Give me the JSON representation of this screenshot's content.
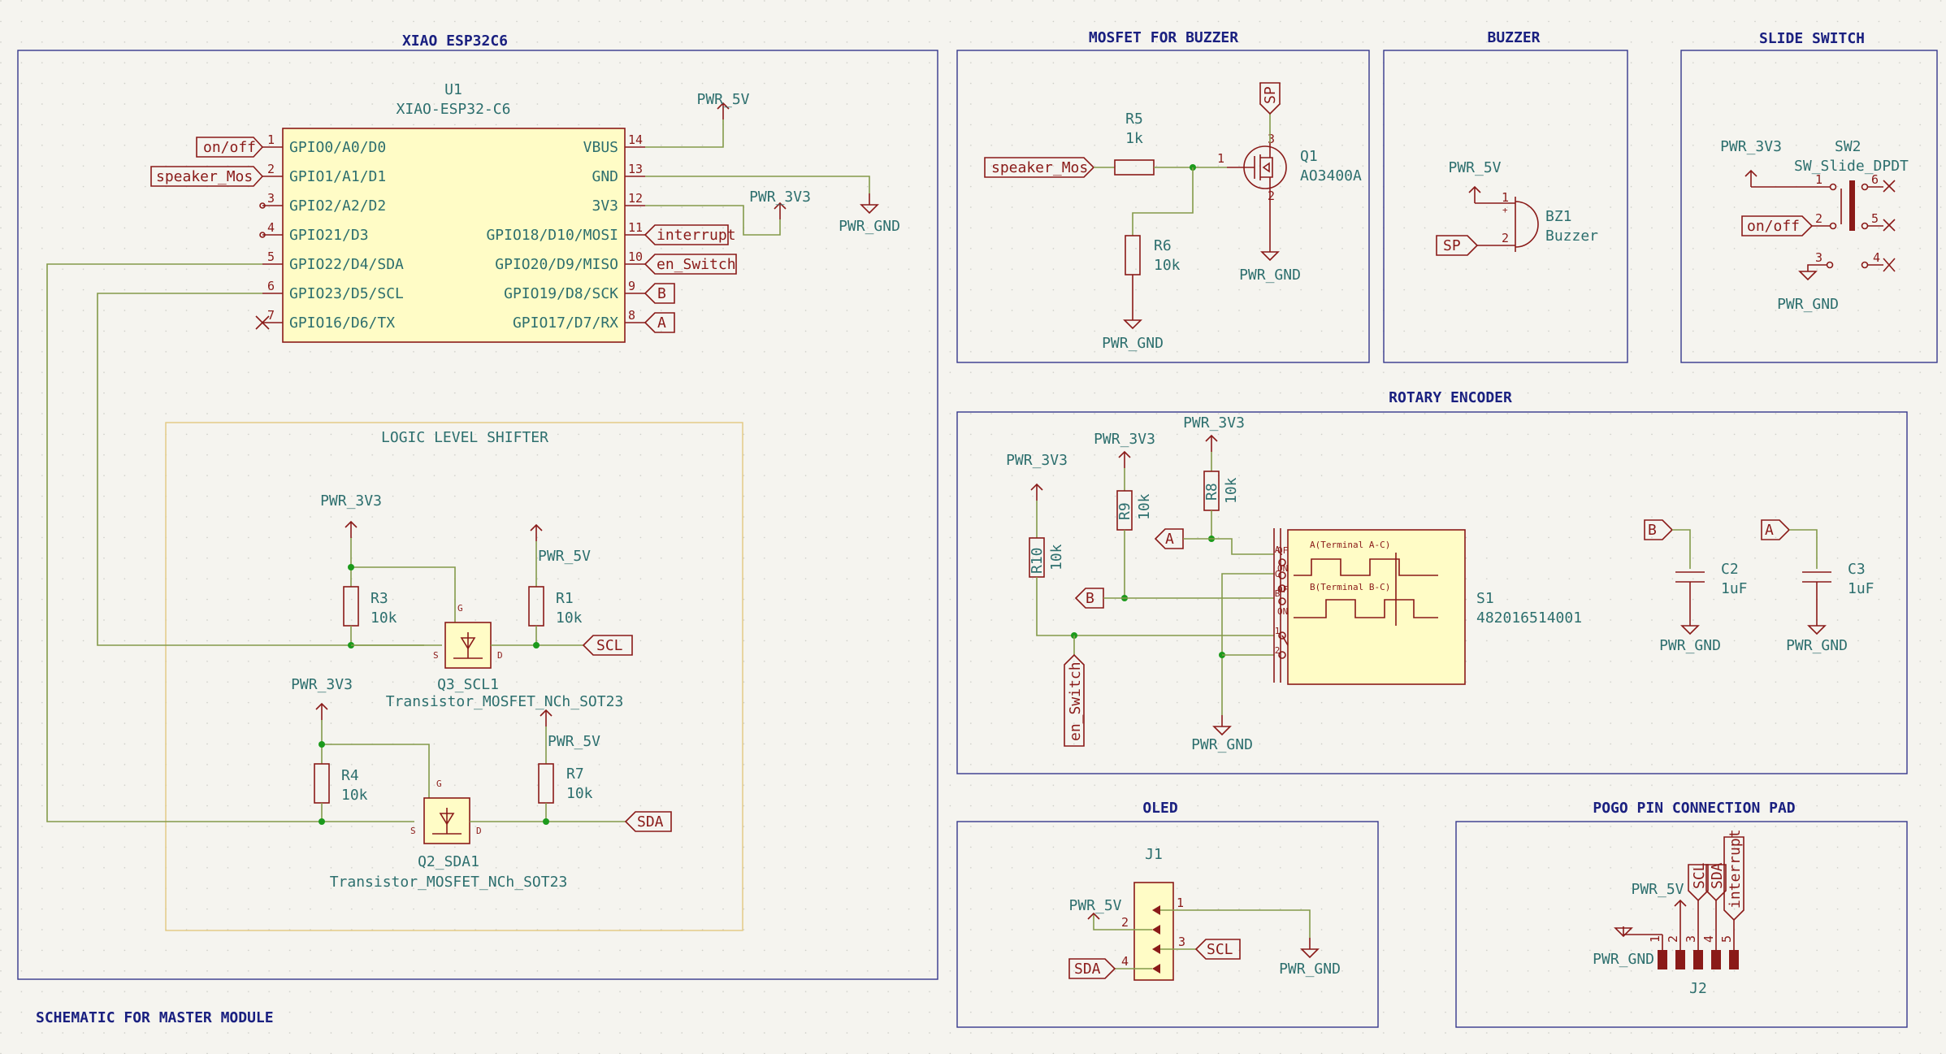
{
  "sections": {
    "xiao": "XIAO ESP32C6",
    "mosfet": "MOSFET FOR BUZZER",
    "buzzer": "BUZZER",
    "slide": "SLIDE SWITCH",
    "encoder": "ROTARY ENCODER",
    "shifter": "LOGIC LEVEL SHIFTER",
    "oled": "OLED",
    "pogo": "POGO PIN CONNECTION PAD"
  },
  "footer": "SCHEMATIC FOR MASTER MODULE",
  "u1": {
    "ref": "U1",
    "value": "XIAO-ESP32-C6",
    "left_pins": [
      {
        "num": "1",
        "name": "GPIO0/A0/D0"
      },
      {
        "num": "2",
        "name": "GPIO1/A1/D1"
      },
      {
        "num": "3",
        "name": "GPIO2/A2/D2"
      },
      {
        "num": "4",
        "name": "GPIO21/D3"
      },
      {
        "num": "5",
        "name": "GPIO22/D4/SDA"
      },
      {
        "num": "6",
        "name": "GPIO23/D5/SCL"
      },
      {
        "num": "7",
        "name": "GPIO16/D6/TX"
      }
    ],
    "right_pins": [
      {
        "num": "14",
        "name": "VBUS"
      },
      {
        "num": "13",
        "name": "GND"
      },
      {
        "num": "12",
        "name": "3V3"
      },
      {
        "num": "11",
        "name": "GPIO18/D10/MOSI"
      },
      {
        "num": "10",
        "name": "GPIO20/D9/MISO"
      },
      {
        "num": "9",
        "name": "GPIO19/D8/SCK"
      },
      {
        "num": "8",
        "name": "GPIO17/D7/RX"
      }
    ]
  },
  "labels": {
    "on_off": "on/off",
    "speaker_mos": "speaker_Mos",
    "interrupt": "interrupt",
    "en_switch": "en_Switch",
    "b": "B",
    "a": "A",
    "scl": "SCL",
    "sda": "SDA",
    "sp": "SP"
  },
  "power": {
    "v5": "PWR_5V",
    "v33": "PWR_3V3",
    "gnd": "PWR_GND"
  },
  "parts": {
    "r1": {
      "ref": "R1",
      "value": "10k"
    },
    "r3": {
      "ref": "R3",
      "value": "10k"
    },
    "r4": {
      "ref": "R4",
      "value": "10k"
    },
    "r7": {
      "ref": "R7",
      "value": "10k"
    },
    "r5": {
      "ref": "R5",
      "value": "1k"
    },
    "r6": {
      "ref": "R6",
      "value": "10k"
    },
    "r8": {
      "ref": "R8",
      "value": "10k"
    },
    "r9": {
      "ref": "R9",
      "value": "10k"
    },
    "r10": {
      "ref": "R10",
      "value": "10k"
    },
    "q1": {
      "ref": "Q1",
      "value": "AO3400A"
    },
    "q3": {
      "ref": "Q3_SCL1",
      "value": "Transistor_MOSFET_NCh_SOT23"
    },
    "q2": {
      "ref": "Q2_SDA1",
      "value": "Transistor_MOSFET_NCh_SOT23"
    },
    "bz1": {
      "ref": "BZ1",
      "value": "Buzzer"
    },
    "sw2": {
      "ref": "SW2",
      "value": "SW_Slide_DPDT"
    },
    "s1": {
      "ref": "S1",
      "value": "482016514001",
      "term_a": "A(Terminal A-C)",
      "term_b": "B(Terminal B-C)"
    },
    "c2": {
      "ref": "C2",
      "value": "1uF"
    },
    "c3": {
      "ref": "C3",
      "value": "1uF"
    },
    "j1": {
      "ref": "J1"
    },
    "j2": {
      "ref": "J2"
    }
  }
}
